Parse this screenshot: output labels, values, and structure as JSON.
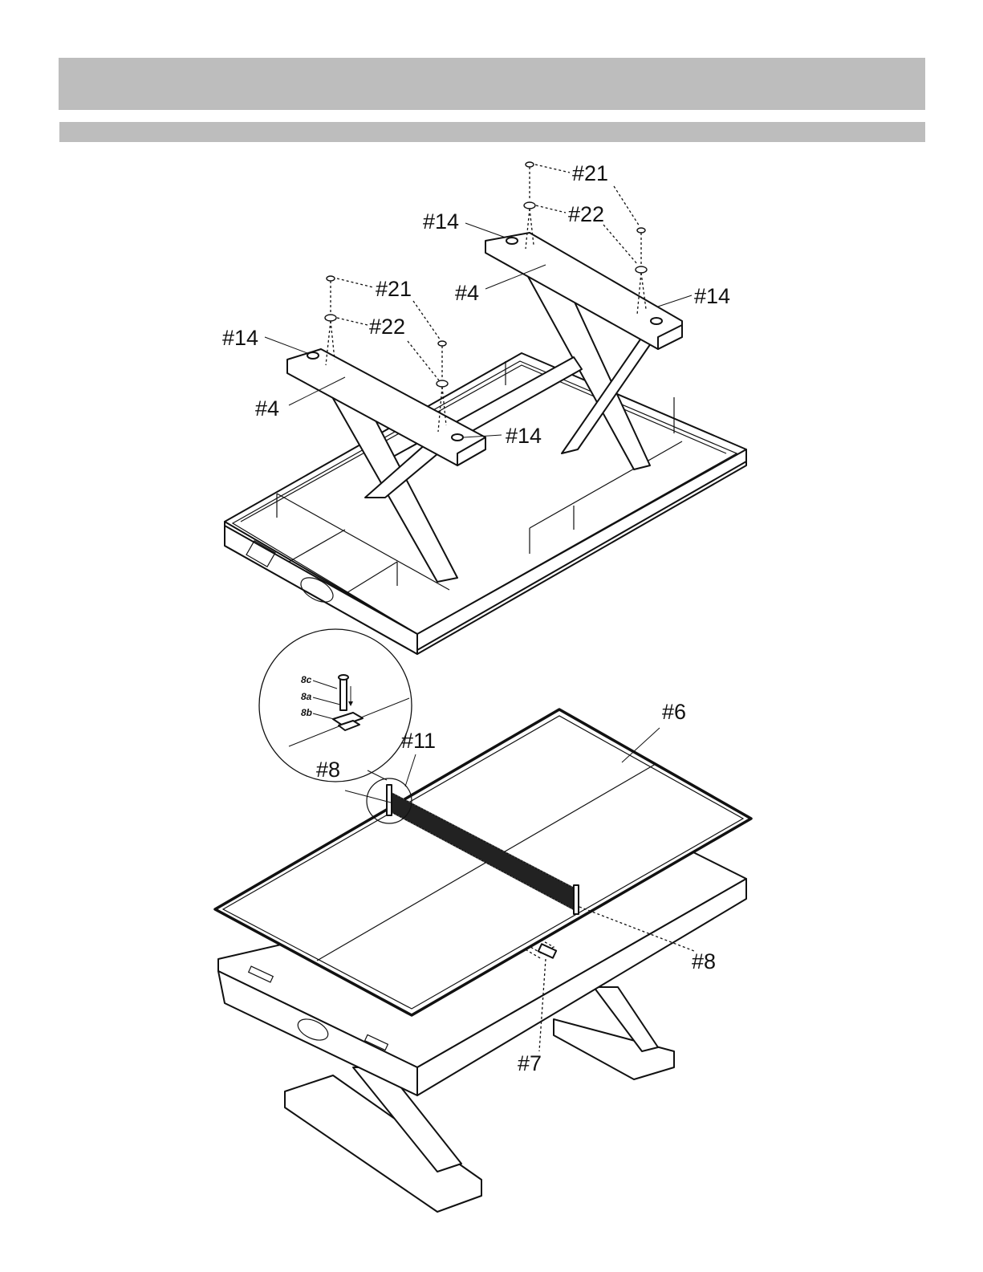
{
  "header": {
    "band_color": "#bdbdbd"
  },
  "figure_top": {
    "labels": {
      "p21_a": "#21",
      "p22_a": "#22",
      "p14_a": "#14",
      "p4_a": "#4",
      "p14_b": "#14",
      "p21_b": "#21",
      "p22_b": "#22",
      "p14_c": "#14",
      "p4_b": "#4",
      "p14_d": "#14"
    }
  },
  "figure_bottom": {
    "labels": {
      "p6": "#6",
      "p11": "#11",
      "p8_a": "#8",
      "p8_b": "#8",
      "p7": "#7"
    },
    "inset_labels": {
      "c": "8c",
      "a": "8a",
      "b": "8b"
    }
  }
}
